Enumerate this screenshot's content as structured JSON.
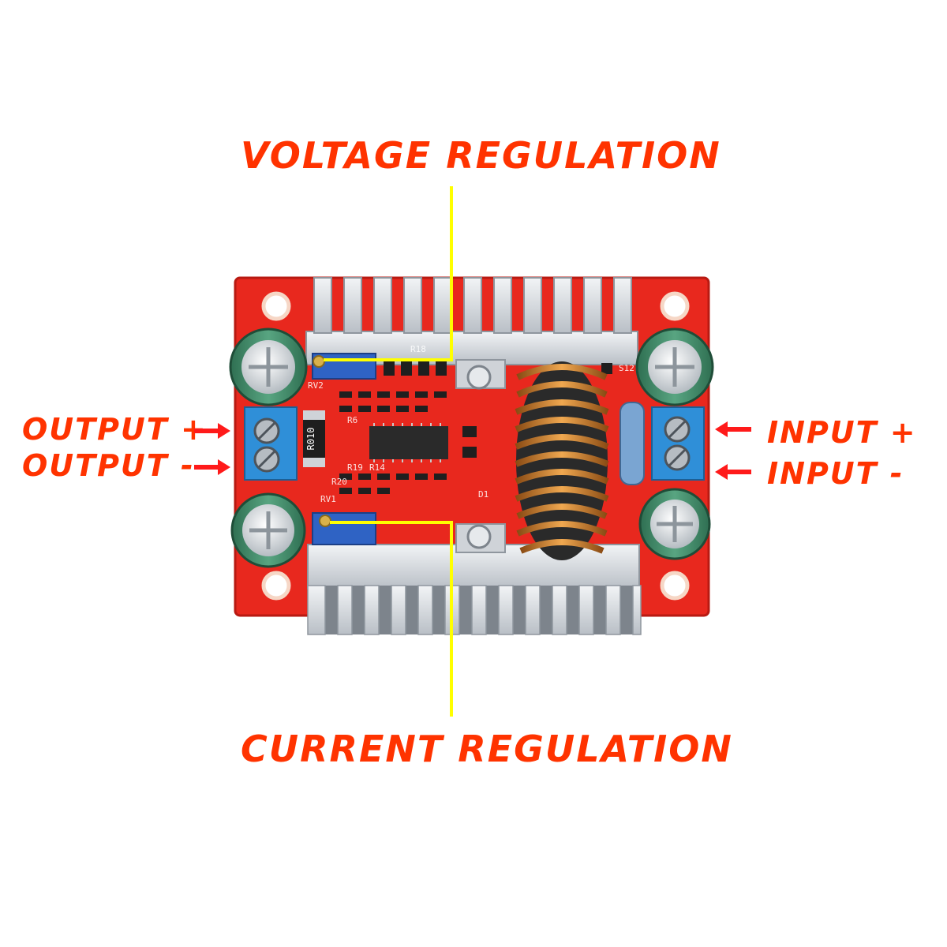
{
  "labels": {
    "voltage": "VOLTAGE REGULATION",
    "current": "CURRENT REGULATION",
    "output_plus": "OUTPUT +",
    "output_minus": "OUTPUT -",
    "input_plus": "INPUT +",
    "input_minus": "INPUT -"
  },
  "silkscreen": {
    "resistor_code": "R010",
    "r6": "R6",
    "r19": "R19",
    "r14": "R14",
    "r20": "R20",
    "rv1": "RV1",
    "rv2": "RV2",
    "r18": "R18",
    "d1": "D1",
    "s12": "S12"
  },
  "colors": {
    "label_red": "#ff3300",
    "pcb_red": "#e8281e",
    "leader_yellow": "#ffff00",
    "arrow_red": "#ff1a1a",
    "terminal_blue": "#2f8fd8",
    "capacitor_green": "#3f8f6a",
    "heatsink_silver": "#d9dde2",
    "coil_copper": "#c8772a"
  },
  "icons": {
    "arrow_right": "arrow-right-icon",
    "arrow_left": "arrow-left-icon"
  }
}
